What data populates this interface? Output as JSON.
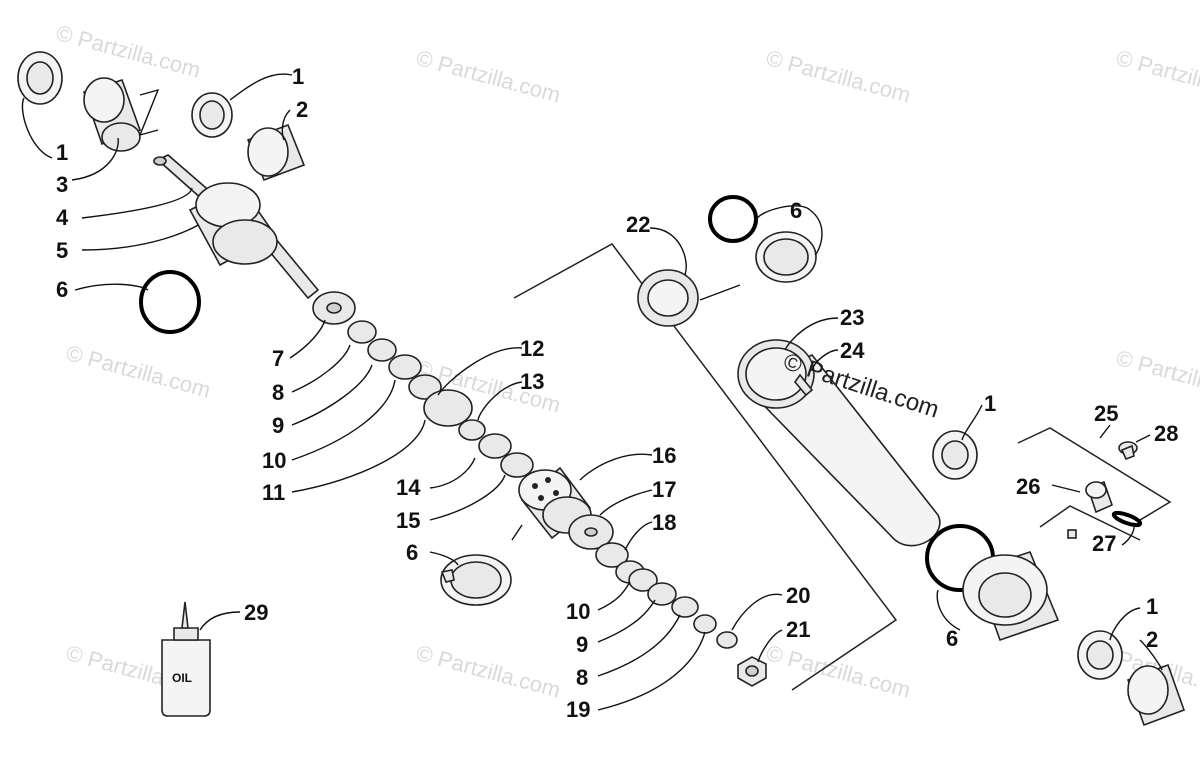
{
  "watermark_text": "© Partzilla.com",
  "copyright_text": "© Partzilla.com",
  "oil_bottle_text": "OIL",
  "callouts": {
    "c1a": "1",
    "c2a": "2",
    "c1b": "1",
    "c3": "3",
    "c4": "4",
    "c5": "5",
    "c6a": "6",
    "c7": "7",
    "c8a": "8",
    "c9a": "9",
    "c10a": "10",
    "c11": "11",
    "c12": "12",
    "c13": "13",
    "c14": "14",
    "c15": "15",
    "c16": "16",
    "c17": "17",
    "c18": "18",
    "c6b": "6",
    "c10b": "10",
    "c9b": "9",
    "c8b": "8",
    "c19": "19",
    "c20": "20",
    "c21": "21",
    "c22": "22",
    "c6c": "6",
    "c23": "23",
    "c24": "24",
    "c1c": "1",
    "c25": "25",
    "c28": "28",
    "c26": "26",
    "c27": "27",
    "c6d": "6",
    "c1d": "1",
    "c2b": "2",
    "c29": "29"
  }
}
